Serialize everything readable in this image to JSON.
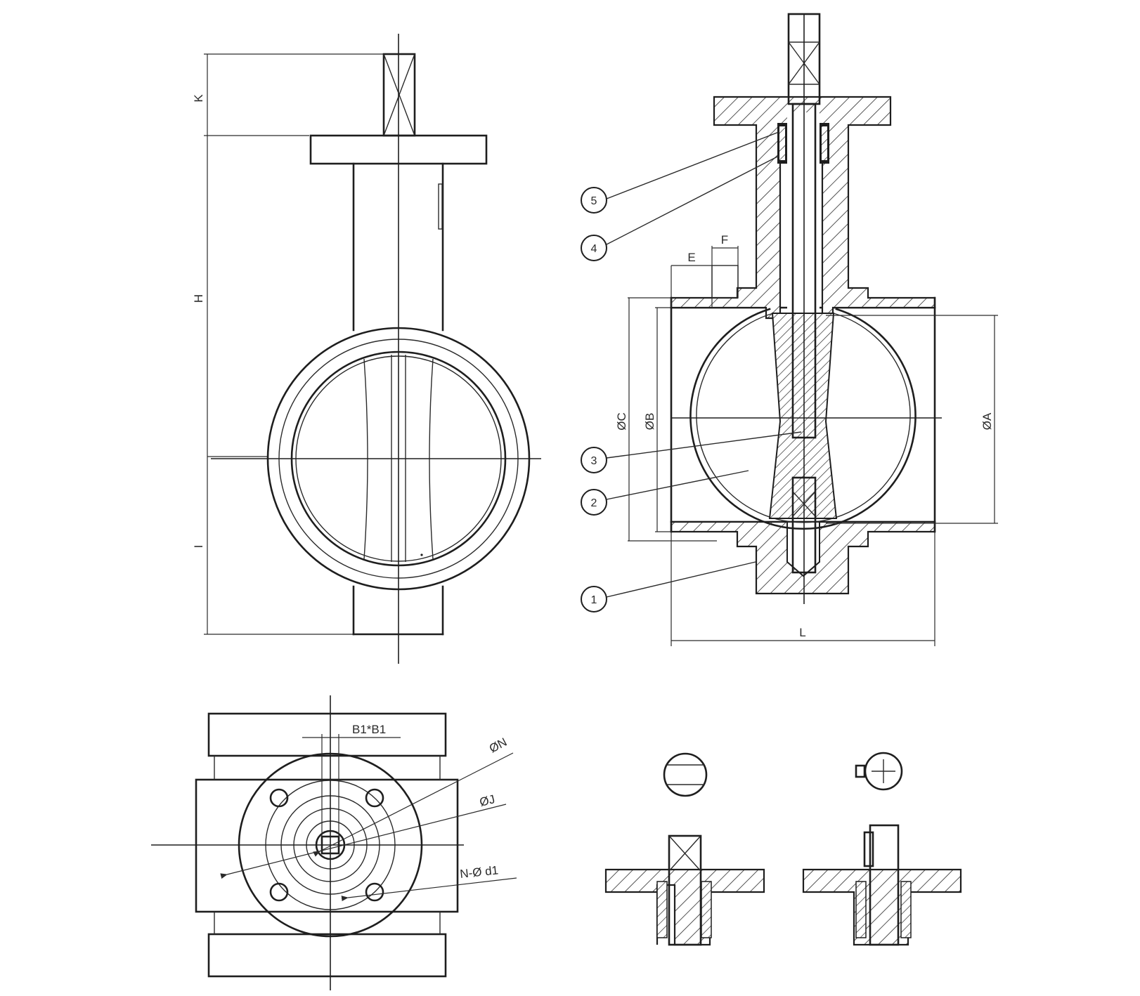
{
  "drawing": {
    "colors": {
      "line": "#1e1e1e",
      "background": "#ffffff"
    },
    "front_view": {
      "dimension_labels": {
        "K": "K",
        "H": "H",
        "I": "I"
      }
    },
    "section_view": {
      "dimension_labels": {
        "E": "E",
        "F": "F",
        "C": "ØC",
        "B": "ØB",
        "A": "ØA",
        "L": "L"
      },
      "balloons": [
        "1",
        "2",
        "3",
        "4",
        "5"
      ]
    },
    "top_view": {
      "dimension_labels": {
        "B1": "B1*B1",
        "N": "ØN",
        "J": "ØJ",
        "Nd1": "N-Ø  d1"
      }
    }
  }
}
